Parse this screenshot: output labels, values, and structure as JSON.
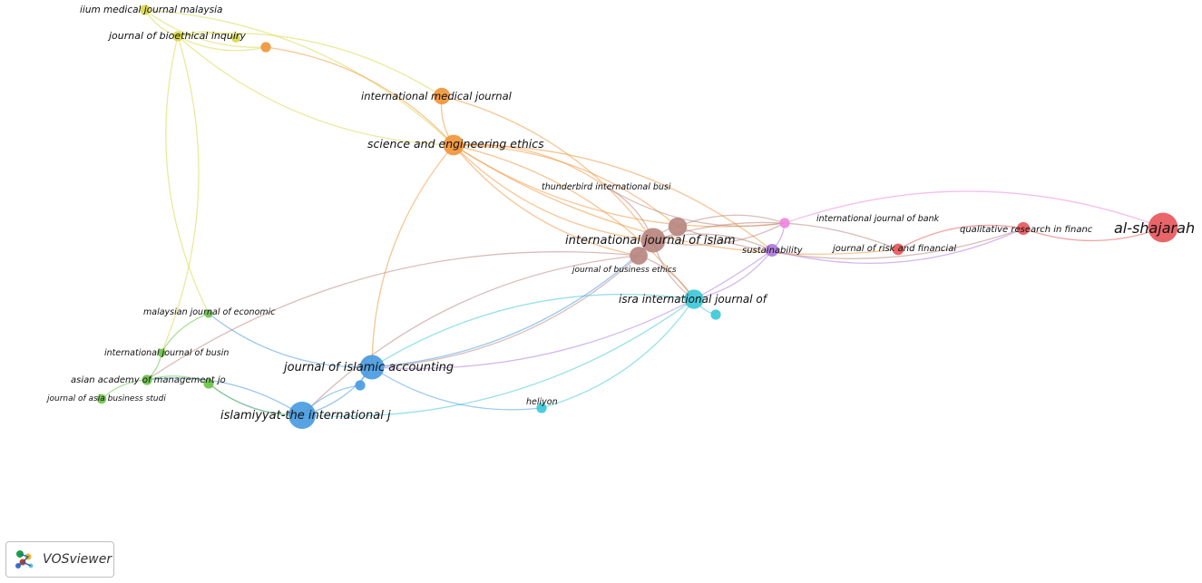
{
  "cluster_colors": {
    "orange": "#f0953a",
    "yellow": "#d9d94a",
    "green": "#6cc24a",
    "blue": "#4a9be0",
    "cyan": "#3ec8d8",
    "brown": "#b98780",
    "purple": "#b07ae0",
    "pink": "#ee88e0",
    "red": "#e8585c"
  },
  "nodes": [
    {
      "id": "iium",
      "label": "iium medical journal malaysia",
      "cluster": "yellow",
      "size": 1
    },
    {
      "id": "bioethical",
      "label": "journal of bioethical inquiry",
      "cluster": "yellow",
      "size": 1
    },
    {
      "id": "yellow2",
      "label": "",
      "cluster": "yellow",
      "size": 0.8
    },
    {
      "id": "orange_small",
      "label": "",
      "cluster": "orange",
      "size": 1
    },
    {
      "id": "intl_medical",
      "label": "international medical journal",
      "cluster": "orange",
      "size": 2
    },
    {
      "id": "sci_eng",
      "label": "science and engineering ethics",
      "cluster": "orange",
      "size": 2.6
    },
    {
      "id": "thunderbird",
      "label": "thunderbird international busi",
      "cluster": "brown",
      "size": 0
    },
    {
      "id": "ij_islam",
      "label": "international journal of islam",
      "cluster": "brown",
      "size": 3.2
    },
    {
      "id": "brown2",
      "label": "",
      "cluster": "brown",
      "size": 2.3
    },
    {
      "id": "jbe",
      "label": "journal of business ethics",
      "cluster": "brown",
      "size": 2.2
    },
    {
      "id": "sustainability",
      "label": "sustainability",
      "cluster": "purple",
      "size": 1.4
    },
    {
      "id": "ij_bank",
      "label": "international journal of bank",
      "cluster": "pink",
      "size": 1
    },
    {
      "id": "risk_fin",
      "label": "journal of risk and financial",
      "cluster": "red",
      "size": 1.2
    },
    {
      "id": "qual_fin",
      "label": "qualitative research in financ",
      "cluster": "red",
      "size": 1.4
    },
    {
      "id": "shajarah",
      "label": "al-shajarah",
      "cluster": "red",
      "size": 4
    },
    {
      "id": "isra",
      "label": "isra international journal of",
      "cluster": "cyan",
      "size": 2.4
    },
    {
      "id": "cyan2",
      "label": "",
      "cluster": "cyan",
      "size": 1
    },
    {
      "id": "heliyon",
      "label": "heliyon",
      "cluster": "cyan",
      "size": 1
    },
    {
      "id": "jia",
      "label": "journal of islamic accounting",
      "cluster": "blue",
      "size": 3.2
    },
    {
      "id": "blue_small",
      "label": "",
      "cluster": "blue",
      "size": 1
    },
    {
      "id": "islamiyyat",
      "label": "islamiyyat-the international j",
      "cluster": "blue",
      "size": 3.6
    },
    {
      "id": "mje",
      "label": "malaysian journal of economic",
      "cluster": "green",
      "size": 0.7
    },
    {
      "id": "ijb",
      "label": "international journal of busin",
      "cluster": "green",
      "size": 0.7
    },
    {
      "id": "asian_acad",
      "label": "asian academy of management jo",
      "cluster": "green",
      "size": 1
    },
    {
      "id": "green2",
      "label": "",
      "cluster": "green",
      "size": 1
    },
    {
      "id": "asia_bus",
      "label": "journal of asia business studi",
      "cluster": "green",
      "size": 0.9
    }
  ],
  "links": [
    [
      "iium",
      "bioethical"
    ],
    [
      "bioethical",
      "yellow2"
    ],
    [
      "bioethical",
      "orange_small"
    ],
    [
      "bioethical",
      "intl_medical"
    ],
    [
      "bioethical",
      "sci_eng"
    ],
    [
      "iium",
      "sci_eng"
    ],
    [
      "bioethical",
      "mje"
    ],
    [
      "bioethical",
      "ijb"
    ],
    [
      "iium",
      "orange_small"
    ],
    [
      "orange_small",
      "sci_eng"
    ],
    [
      "intl_medical",
      "sci_eng"
    ],
    [
      "intl_medical",
      "ij_islam"
    ],
    [
      "sci_eng",
      "ij_islam"
    ],
    [
      "sci_eng",
      "brown2"
    ],
    [
      "sci_eng",
      "jbe"
    ],
    [
      "sci_eng",
      "thunderbird"
    ],
    [
      "sci_eng",
      "jia"
    ],
    [
      "sci_eng",
      "isra"
    ],
    [
      "sci_eng",
      "ij_bank"
    ],
    [
      "sci_eng",
      "sustainability"
    ],
    [
      "sci_eng",
      "risk_fin"
    ],
    [
      "thunderbird",
      "ij_islam"
    ],
    [
      "thunderbird",
      "ij_bank"
    ],
    [
      "ij_islam",
      "brown2"
    ],
    [
      "ij_islam",
      "jbe"
    ],
    [
      "ij_islam",
      "sustainability"
    ],
    [
      "ij_islam",
      "ij_bank"
    ],
    [
      "ij_islam",
      "risk_fin"
    ],
    [
      "ij_islam",
      "isra"
    ],
    [
      "brown2",
      "ij_bank"
    ],
    [
      "brown2",
      "qual_fin"
    ],
    [
      "jbe",
      "jia"
    ],
    [
      "jbe",
      "islamiyyat"
    ],
    [
      "jbe",
      "isra"
    ],
    [
      "jbe",
      "asian_acad"
    ],
    [
      "sustainability",
      "isra"
    ],
    [
      "sustainability",
      "qual_fin"
    ],
    [
      "sustainability",
      "jia"
    ],
    [
      "sustainability",
      "ij_bank"
    ],
    [
      "risk_fin",
      "qual_fin"
    ],
    [
      "qual_fin",
      "shajarah"
    ],
    [
      "ij_bank",
      "shajarah"
    ],
    [
      "isra",
      "cyan2"
    ],
    [
      "isra",
      "heliyon"
    ],
    [
      "isra",
      "jia"
    ],
    [
      "isra",
      "islamiyyat"
    ],
    [
      "jia",
      "heliyon"
    ],
    [
      "jia",
      "islamiyyat"
    ],
    [
      "jia",
      "blue_small"
    ],
    [
      "jia",
      "mje"
    ],
    [
      "jia",
      "ij_islam"
    ],
    [
      "islamiyyat",
      "blue_small"
    ],
    [
      "islamiyyat",
      "asian_acad"
    ],
    [
      "islamiyyat",
      "green2"
    ],
    [
      "mje",
      "ijb"
    ],
    [
      "ijb",
      "asian_acad"
    ],
    [
      "asian_acad",
      "asia_bus"
    ],
    [
      "asian_acad",
      "green2"
    ],
    [
      "green2",
      "islamiyyat"
    ]
  ],
  "branding": {
    "logo_text": "VOSviewer"
  }
}
